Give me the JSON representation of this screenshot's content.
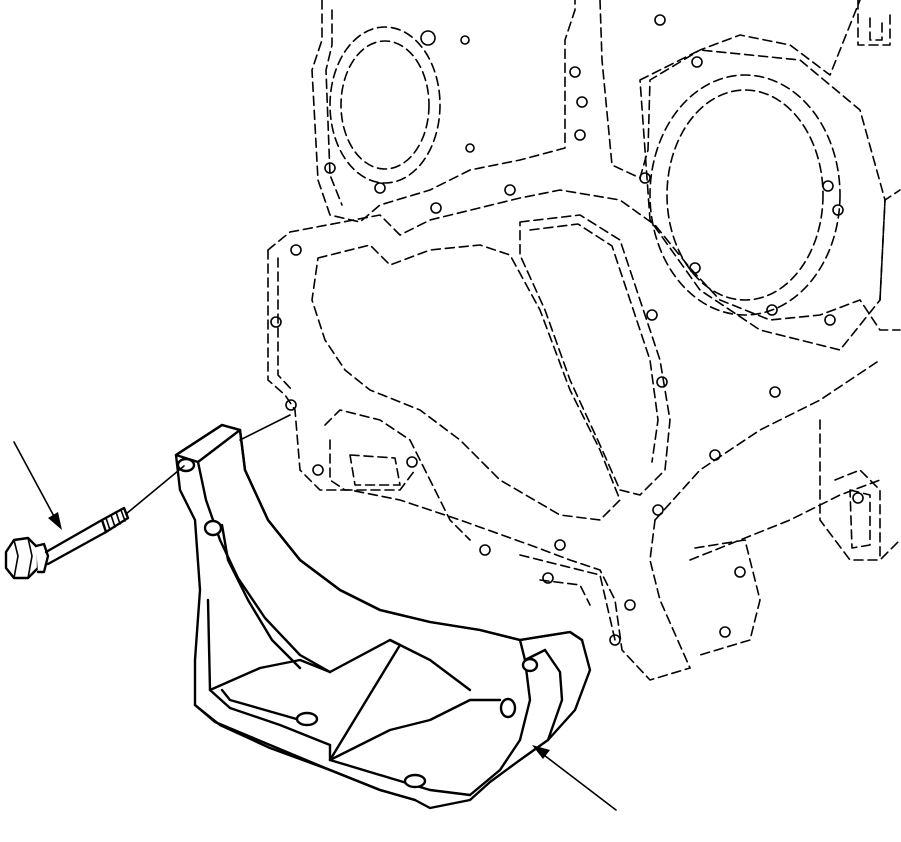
{
  "diagram": {
    "type": "exploded-parts-illustration",
    "parts": [
      {
        "id": "engine-block",
        "render": "phantom-dashed"
      },
      {
        "id": "support-bracket",
        "render": "solid"
      },
      {
        "id": "flange-bolt",
        "render": "solid"
      }
    ],
    "leaders": [
      {
        "points_to": "flange-bolt"
      },
      {
        "points_to": "support-bracket"
      }
    ],
    "colors": {
      "line": "#000000",
      "background": "#ffffff"
    }
  }
}
